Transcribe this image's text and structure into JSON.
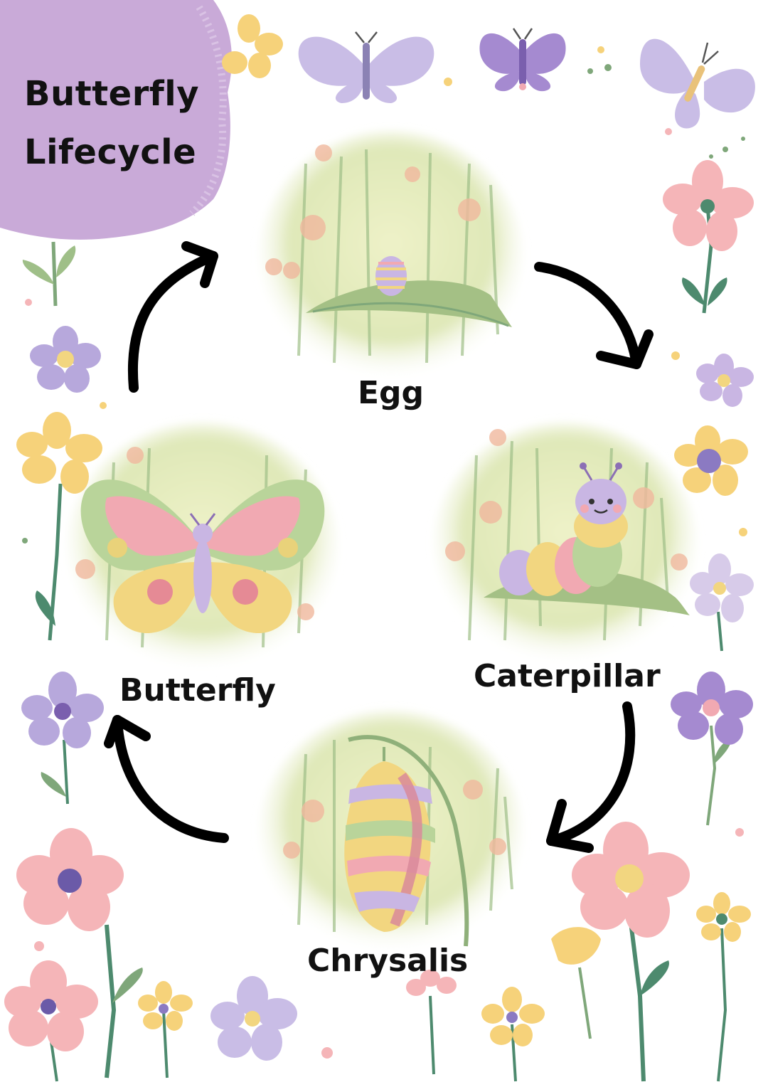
{
  "title": {
    "line1": "Butterfly",
    "line2": "Lifecycle"
  },
  "stages": [
    {
      "id": "egg",
      "label": "Egg"
    },
    {
      "id": "caterpillar",
      "label": "Caterpillar"
    },
    {
      "id": "chrysalis",
      "label": "Chrysalis"
    },
    {
      "id": "butterfly",
      "label": "Butterfly"
    }
  ],
  "colors": {
    "title_blob": "#c9aad8",
    "bubble_green": "#dfe8b8",
    "arrow": "#000000",
    "pink": "#f1a9b2",
    "purple": "#a99ad2",
    "yellow": "#f6d27a",
    "leaf": "#7fa77a"
  }
}
